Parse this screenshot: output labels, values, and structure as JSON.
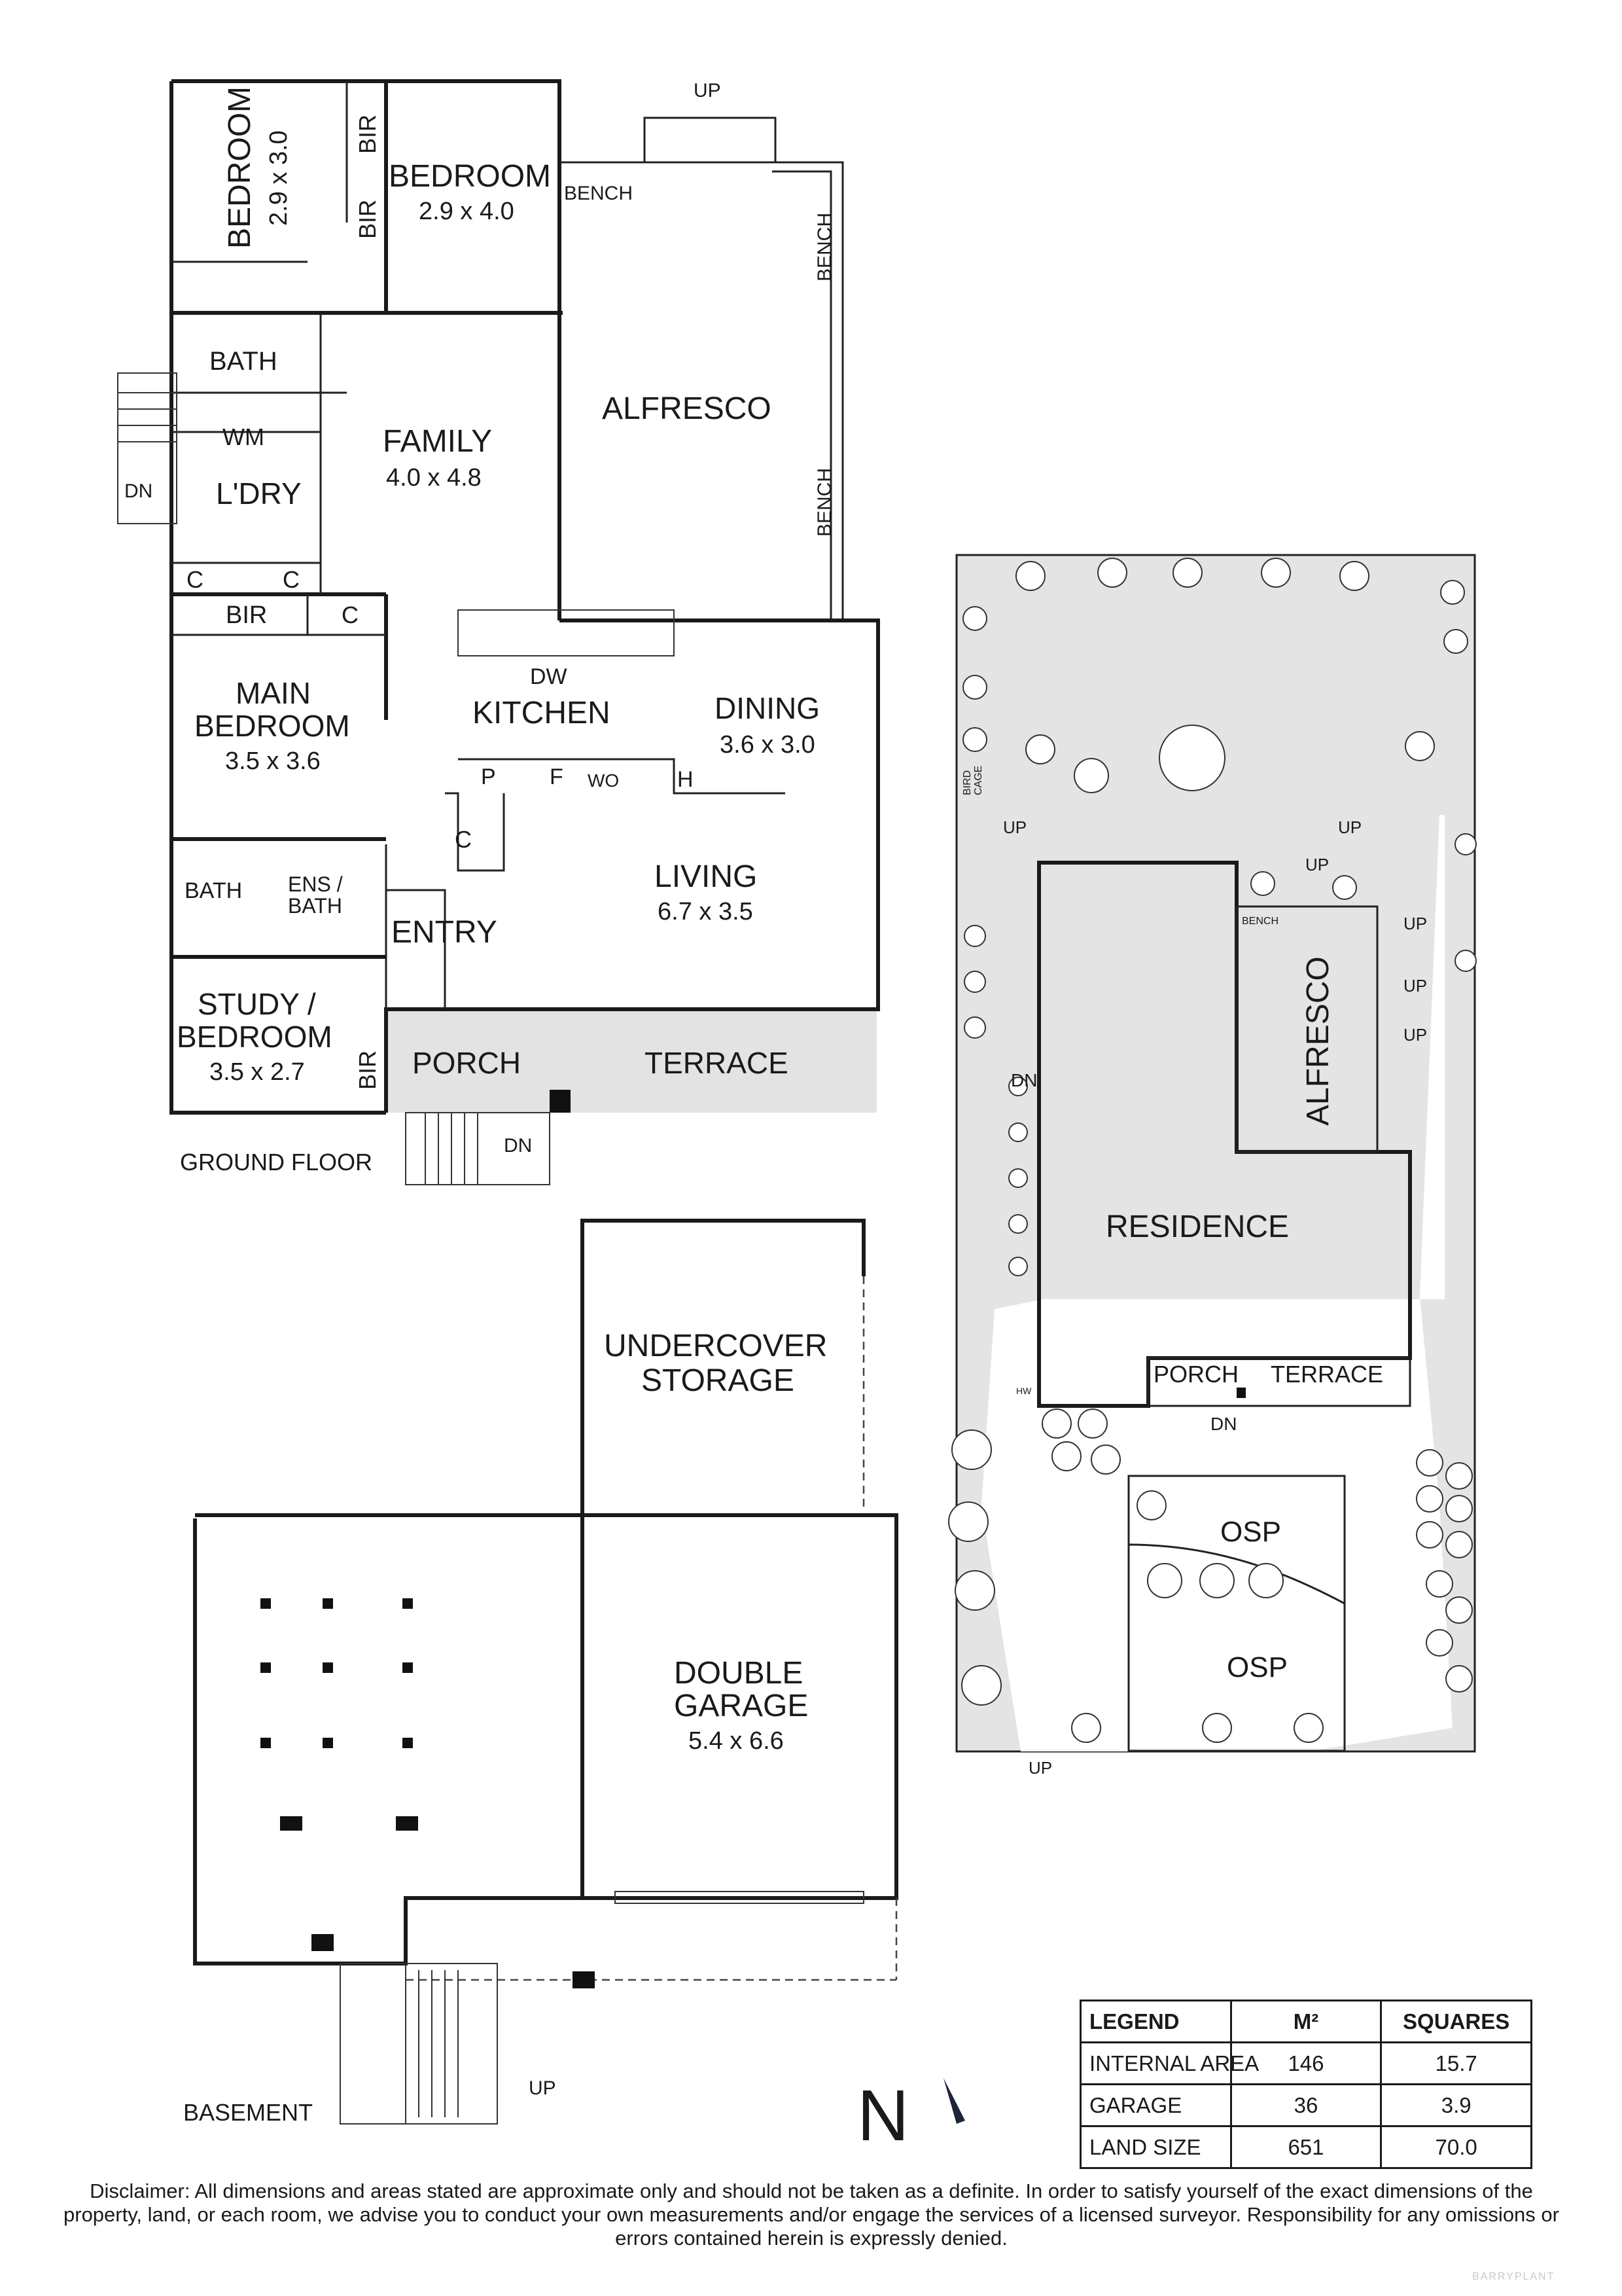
{
  "ground_floor": {
    "title": "GROUND FLOOR",
    "rooms": {
      "bedroom_a": "BEDROOM",
      "bedroom_a_size": "2.9 x 3.0",
      "bedroom_b": "BEDROOM",
      "bedroom_b_size": "2.9 x 4.0",
      "alfresco": "ALFRESCO",
      "family": "FAMILY",
      "family_size": "4.0 x 4.8",
      "bath": "BATH",
      "wm": "WM",
      "laundry": "L'DRY",
      "main_bedroom": "MAIN BEDROOM",
      "main_bedroom_l1": "MAIN",
      "main_bedroom_l2": "BEDROOM",
      "main_bedroom_size": "3.5 x 3.6",
      "kitchen": "KITCHEN",
      "dw": "DW",
      "dining": "DINING",
      "dining_size": "3.6 x 3.0",
      "living": "LIVING",
      "living_size": "6.7 x 3.5",
      "ens_bath_l1": "ENS /",
      "ens_bath_l2": "BATH",
      "ensuite_bath": "BATH",
      "entry": "ENTRY",
      "study_l1": "STUDY /",
      "study_l2": "BEDROOM",
      "study_size": "3.5 x 2.7",
      "porch": "PORCH",
      "terrace": "TERRACE"
    },
    "fixtures": {
      "bir": "BIR",
      "cupboard": "C",
      "bench": "BENCH",
      "pantry": "P",
      "fridge": "F",
      "wall_oven": "WO",
      "hotplate": "H",
      "up": "UP",
      "down": "DN"
    }
  },
  "basement": {
    "title": "BASEMENT",
    "undercover_storage_l1": "UNDERCOVER",
    "undercover_storage_l2": "STORAGE",
    "double_garage_l1": "DOUBLE",
    "double_garage_l2": "GARAGE",
    "double_garage_size": "5.4 x 6.6",
    "up": "UP"
  },
  "site_plan": {
    "residence": "RESIDENCE",
    "alfresco": "ALFRESCO",
    "porch": "PORCH",
    "terrace": "TERRACE",
    "bench": "BENCH",
    "bird_cage_l1": "BIRD",
    "bird_cage_l2": "CAGE",
    "hw": "HW",
    "osp": "OSP",
    "up": "UP",
    "down": "DN"
  },
  "north_arrow": "N",
  "legend": {
    "headers": [
      "LEGEND",
      "M²",
      "SQUARES"
    ],
    "rows": [
      [
        "INTERNAL AREA",
        "146",
        "15.7"
      ],
      [
        "GARAGE",
        "36",
        "3.9"
      ],
      [
        "LAND SIZE",
        "651",
        "70.0"
      ]
    ]
  },
  "disclaimer": "Disclaimer: All dimensions and areas stated are approximate only and should not be taken as a definite. In order to satisfy yourself of the exact dimensions of the property, land, or each room, we advise you to conduct your own measurements and/or engage the services of a licensed surveyor. Responsibility for any omissions or errors contained herein is expressly denied.",
  "watermark": "BARRYPLANT"
}
